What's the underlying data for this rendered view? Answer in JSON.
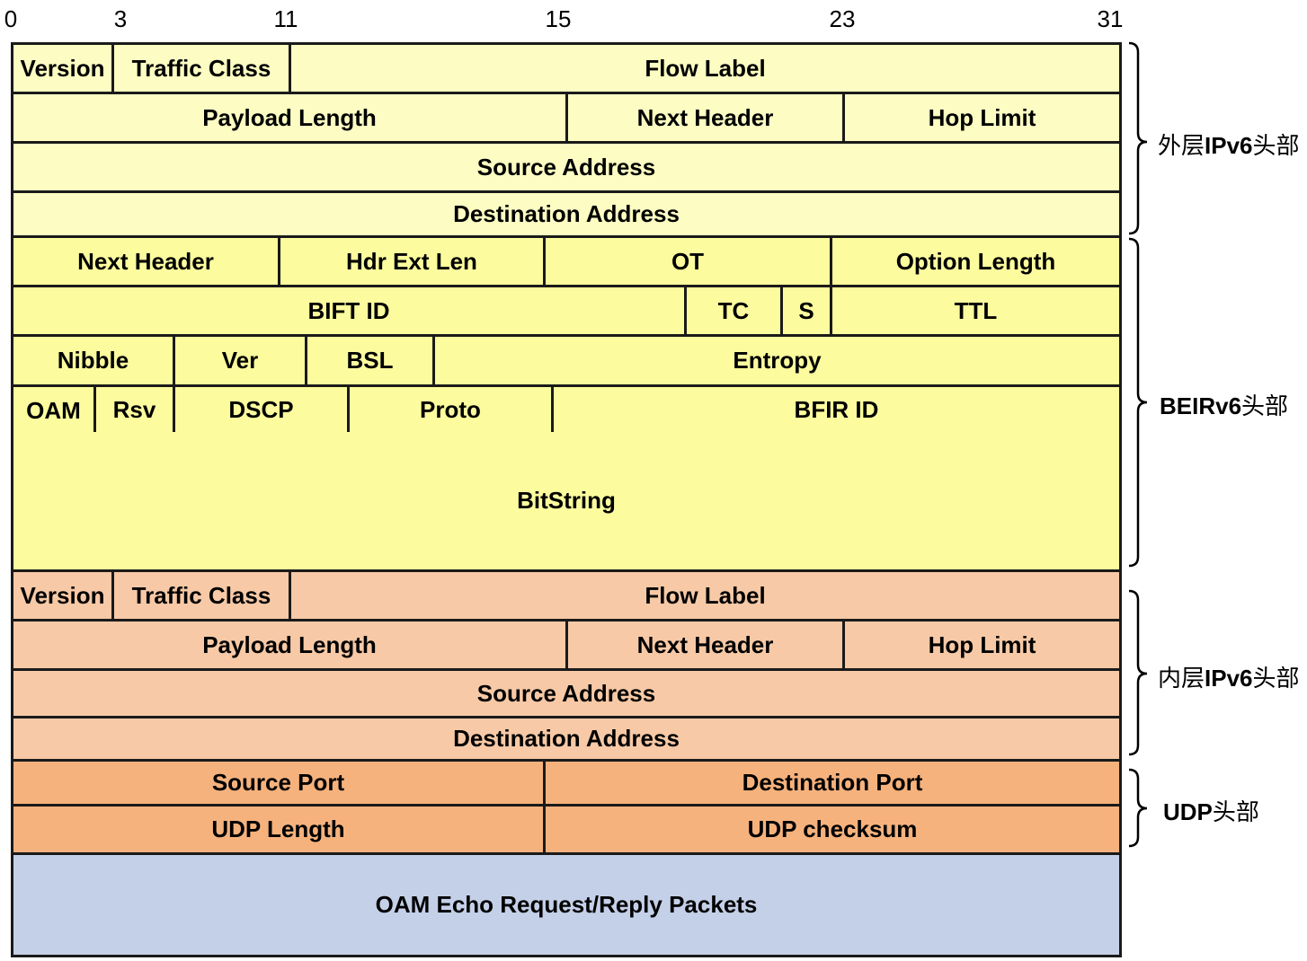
{
  "bit_ticks": [
    "0",
    "3",
    "11",
    "15",
    "23",
    "31"
  ],
  "outer_ipv6": {
    "version": "Version",
    "traffic_class": "Traffic Class",
    "flow_label": "Flow Label",
    "payload_length": "Payload Length",
    "next_header": "Next Header",
    "hop_limit": "Hop Limit",
    "source_address": "Source Address",
    "destination_address": "Destination Address",
    "brace_prefix": "外层",
    "brace_bold": "IPv6",
    "brace_suffix": "头部"
  },
  "beirv6": {
    "next_header": "Next Header",
    "hdr_ext_len": "Hdr Ext Len",
    "ot": "OT",
    "option_length": "Option Length",
    "bift_id": "BIFT ID",
    "tc": "TC",
    "s": "S",
    "ttl": "TTL",
    "nibble": "Nibble",
    "ver": "Ver",
    "bsl": "BSL",
    "entropy": "Entropy",
    "oam": "OAM",
    "rsv": "Rsv",
    "dscp": "DSCP",
    "proto": "Proto",
    "bfir_id": "BFIR ID",
    "bitstring": "BitString",
    "brace_bold": "BEIRv6",
    "brace_suffix": "头部"
  },
  "inner_ipv6": {
    "version": "Version",
    "traffic_class": "Traffic Class",
    "flow_label": "Flow Label",
    "payload_length": "Payload Length",
    "next_header": "Next Header",
    "hop_limit": "Hop Limit",
    "source_address": "Source Address",
    "destination_address": "Destination Address",
    "brace_prefix": "内层",
    "brace_bold": "IPv6",
    "brace_suffix": "头部"
  },
  "udp": {
    "source_port": "Source Port",
    "destination_port": "Destination Port",
    "udp_length": "UDP Length",
    "udp_checksum": "UDP checksum",
    "brace_bold": "UDP",
    "brace_suffix": "头部"
  },
  "payload": {
    "oam_packets": "OAM Echo Request/Reply Packets"
  },
  "colors": {
    "outer_ipv6": "#fdfdc3",
    "beirv6": "#fcfc9e",
    "inner_ipv6": "#f7c9a6",
    "udp": "#f6b27d",
    "oam_payload": "#c4d0e8"
  }
}
